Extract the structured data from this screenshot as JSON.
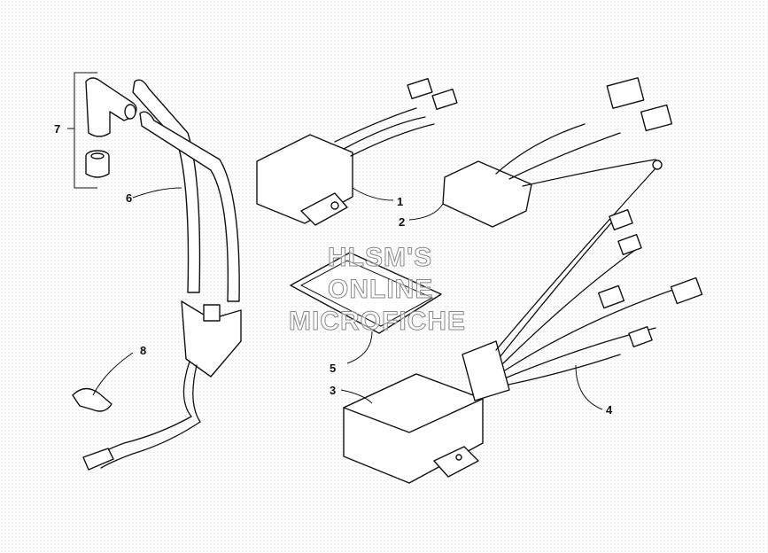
{
  "callouts": [
    {
      "id": "1",
      "label": "1"
    },
    {
      "id": "2",
      "label": "2"
    },
    {
      "id": "3",
      "label": "3"
    },
    {
      "id": "4",
      "label": "4"
    },
    {
      "id": "5",
      "label": "5"
    },
    {
      "id": "6",
      "label": "6"
    },
    {
      "id": "7",
      "label": "7"
    },
    {
      "id": "8",
      "label": "8"
    }
  ],
  "watermark": {
    "line1": "HLSM'S",
    "line2": "ONLINE",
    "line3": "MICROFICHE"
  }
}
